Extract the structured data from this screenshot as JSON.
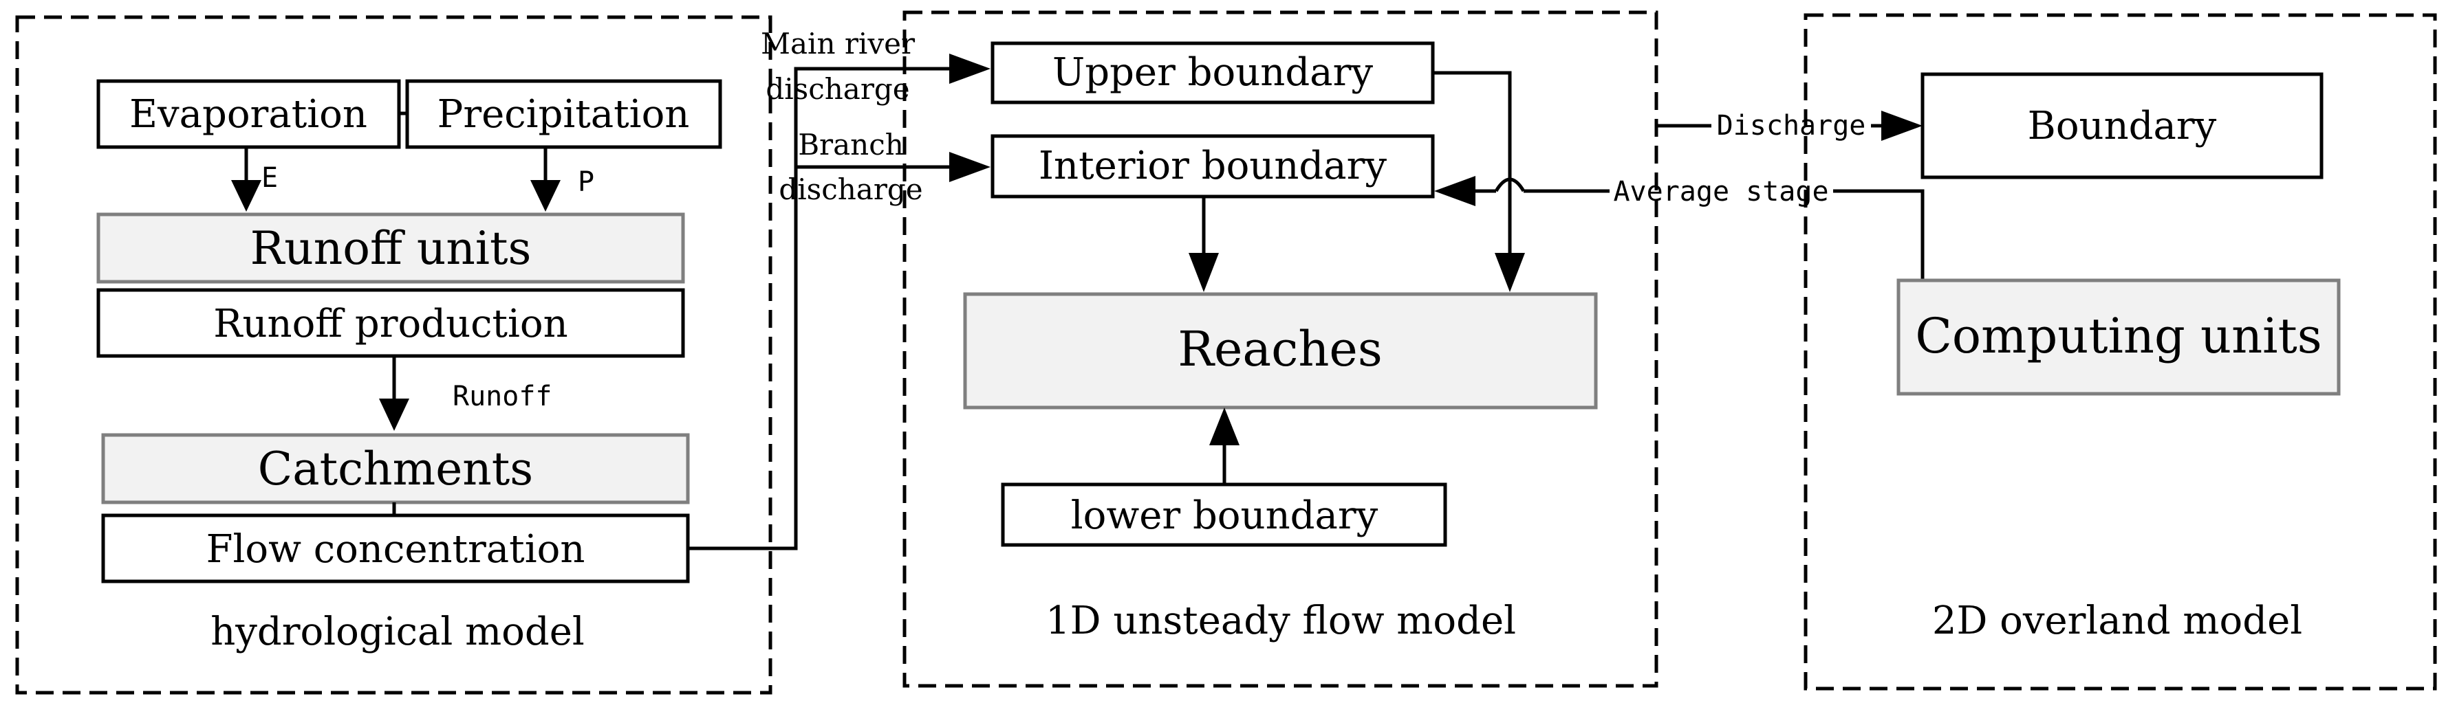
{
  "panels": {
    "hydrological": "hydrological model",
    "unsteady": "1D unsteady flow model",
    "overland": "2D overland model"
  },
  "hydro": {
    "evaporation": "Evaporation",
    "precipitation": "Precipitation",
    "e_label": "E",
    "p_label": "P",
    "runoff_units": "Runoff units",
    "runoff_production": "Runoff production",
    "runoff_label": "Runoff",
    "catchments": "Catchments",
    "flow_concentration": "Flow concentration"
  },
  "flow1d": {
    "main_river_line1": "Main river",
    "main_river_line2": "discharge",
    "branch_line1": "Branch",
    "branch_line2": "discharge",
    "upper_boundary": "Upper boundary",
    "interior_boundary": "Interior  boundary",
    "reaches": "Reaches",
    "lower_boundary": "lower  boundary"
  },
  "overland": {
    "discharge_label": "Discharge",
    "average_stage_label": "Average stage",
    "boundary": "Boundary",
    "computing_units": "Computing units"
  }
}
